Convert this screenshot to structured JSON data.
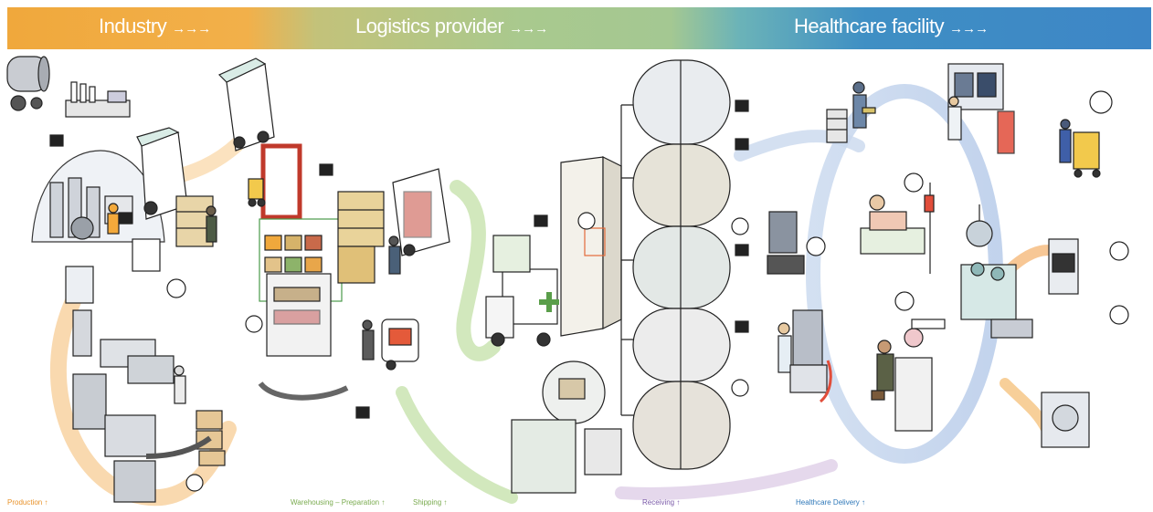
{
  "banner": {
    "stages": [
      {
        "label": "Industry",
        "arrows": "→→→"
      },
      {
        "label": "Logistics provider",
        "arrows": "→→→"
      },
      {
        "label": "Healthcare facility",
        "arrows": "→→→"
      }
    ],
    "colors": {
      "industry": "#f0a83c",
      "logistics": "#a9c98e",
      "healthcare": "#3d86c6"
    }
  },
  "steps": [
    {
      "label": "Production ↑",
      "color": "#e8922a"
    },
    {
      "label": "Warehousing – Preparation ↑",
      "color": "#7aab4f"
    },
    {
      "label": "Shipping ↑",
      "color": "#7aab4f"
    },
    {
      "label": "Receiving ↑",
      "color": "#7a59a8"
    },
    {
      "label": "Healthcare Delivery ↑",
      "color": "#2f78b9"
    }
  ],
  "icons": {
    "tag": "tag-icon",
    "truck": "delivery-truck-icon",
    "forklift": "forklift-icon",
    "worker": "worker-icon",
    "tank": "tanker-icon",
    "shelves": "storage-shelves-icon",
    "cart": "supply-cart-icon",
    "bed": "hospital-bed-icon",
    "lamp": "surgery-lamp-icon"
  }
}
